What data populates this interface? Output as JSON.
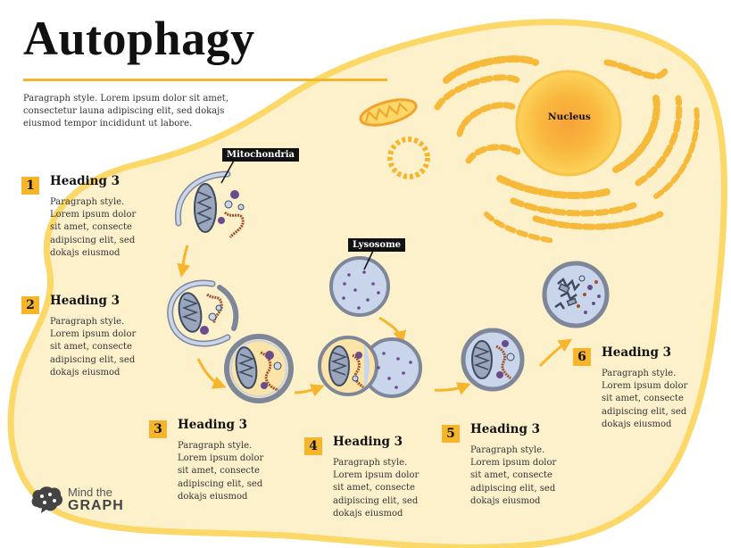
{
  "title": "Autophagy",
  "intro": "Paragraph style. Lorem ipsum dolor sit amet, consectetur launa adipiscing elit, sed dokajs eiusmod tempor incididunt ut labore.",
  "labels": {
    "nucleus": "Nucleus",
    "mitochondria": "Mitochondria",
    "lysosome": "Lysosome"
  },
  "steps": [
    {
      "number": "1",
      "heading": "Heading 3",
      "text": "Paragraph style. Lorem ipsum dolor sit amet, consecte adipiscing elit, sed dokajs eiusmod"
    },
    {
      "number": "2",
      "heading": "Heading 3",
      "text": "Paragraph style. Lorem ipsum dolor sit amet, consecte adipiscing elit, sed dokajs eiusmod"
    },
    {
      "number": "3",
      "heading": "Heading 3",
      "text": "Paragraph style. Lorem ipsum dolor sit amet, consecte adipiscing elit, sed dokajs eiusmod"
    },
    {
      "number": "4",
      "heading": "Heading 3",
      "text": "Paragraph style. Lorem ipsum dolor sit amet, consecte adipiscing elit, sed dokajs eiusmod"
    },
    {
      "number": "5",
      "heading": "Heading 3",
      "text": "Paragraph style. Lorem ipsum dolor sit amet, consecte adipiscing elit, sed dokajs eiusmod"
    },
    {
      "number": "6",
      "heading": "Heading 3",
      "text": "Paragraph style. Lorem ipsum dolor sit amet, consecte adipiscing elit, sed dokajs eiusmod"
    }
  ],
  "logo": {
    "line1": "Mind the",
    "line2": "GRAPH"
  },
  "colors": {
    "accent": "#f6b52b",
    "cytoplasm": "#fdf1cc",
    "membrane": "#fbd868",
    "organelle_blue": "#c9d5ea",
    "organelle_purple": "#6a4c8c",
    "strand_brown": "#a0522d"
  }
}
